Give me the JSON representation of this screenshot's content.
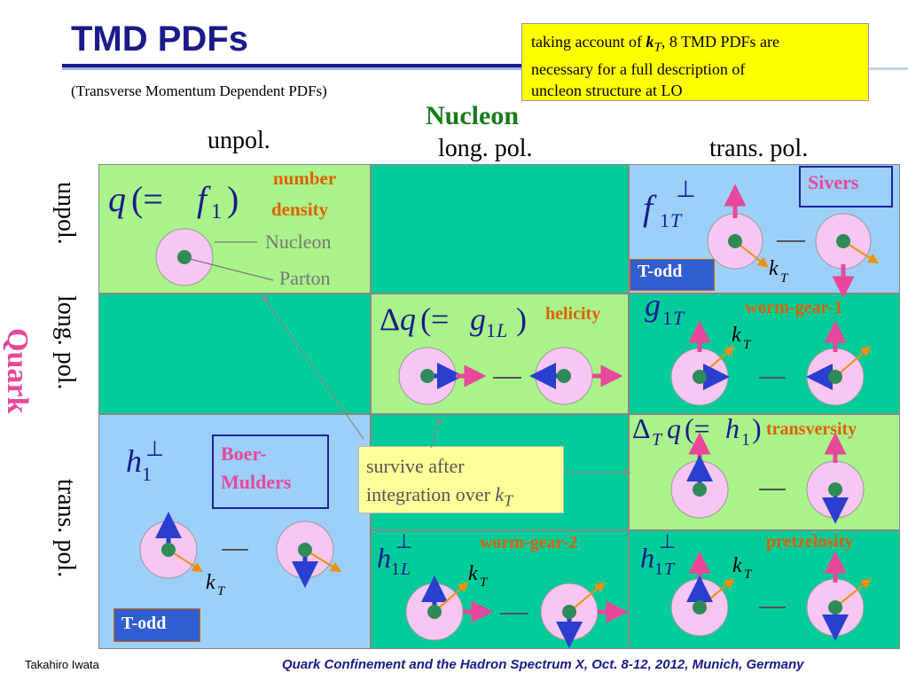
{
  "title": "TMD PDFs",
  "subtitle": "(Transverse Momentum Dependent PDFs)",
  "note": {
    "prefix": "taking account of ",
    "symbol": "k",
    "sub": "T",
    "rest_line1": ",  8 TMD PDFs are",
    "line2": "necessary for a full description of",
    "line3": "uncleon structure at LO"
  },
  "axes": {
    "nucleon": "Nucleon",
    "quark": "Quark",
    "columns": [
      "unpol.",
      "long. pol.",
      "trans. pol."
    ],
    "rows": [
      "unpol.",
      "long. pol.",
      "trans. pol."
    ]
  },
  "cells": {
    "f1": {
      "label1": "number",
      "label2": "density",
      "nucleon": "Nucleon",
      "parton": "Parton"
    },
    "sivers": {
      "label": "Sivers",
      "todd": "T-odd"
    },
    "g1L": {
      "label": "helicity"
    },
    "g1T": {
      "label": "worm-gear-1"
    },
    "h1perp": {
      "label1": "Boer-",
      "label2": "Mulders",
      "todd": "T-odd"
    },
    "h1": {
      "label": "transversity"
    },
    "h1L": {
      "label": "worm-gear-2"
    },
    "h1T": {
      "label": "pretzelosity"
    }
  },
  "callout": {
    "line1": "survive after",
    "line2": "integration over "
  },
  "kT": "k",
  "kT_sub": "T",
  "footer": {
    "author": "Takahiro Iwata",
    "event": "Quark Confinement and the Hadron Spectrum X,   Oct. 8-12, 2012,  Munich, Germany"
  },
  "colors": {
    "title": "#1a1a8c",
    "note_bg": "#ffff00",
    "green_light": "#aaf38a",
    "green_dark": "#00cc99",
    "blue_light": "#9cd0f8",
    "orange": "#e06000",
    "pink": "#e8479a",
    "nucleon_disc": "#f7c6f2"
  }
}
